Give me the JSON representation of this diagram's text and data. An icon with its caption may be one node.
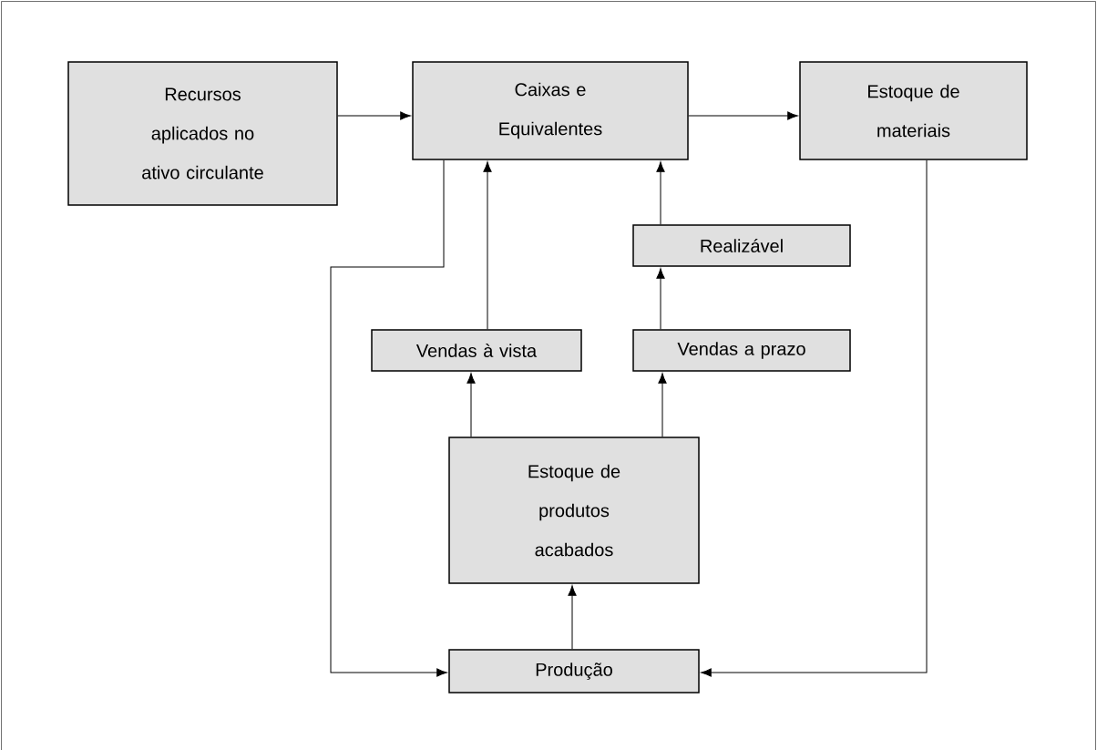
{
  "diagram": {
    "nodes": [
      {
        "text": [
          "Recursos aplicados no ativo circulante"
        ]
      },
      {
        "text": [
          "Caixas e Equivalentes"
        ]
      },
      {
        "text": [
          "Estoque de materiais"
        ]
      },
      {
        "text": [
          "Realizável"
        ]
      },
      {
        "text": [
          "Vendas à vista"
        ]
      },
      {
        "text": [
          "Vendas a prazo"
        ]
      },
      {
        "text": [
          "Estoque de produtos acabados"
        ]
      },
      {
        "text": [
          "Produção"
        ]
      }
    ],
    "edges": [
      {
        "from": 0,
        "to": 1,
        "arrow": "to"
      },
      {
        "from": 1,
        "to": 2,
        "arrow": "to"
      },
      {
        "from": 1,
        "to": 7,
        "arrow": "to"
      },
      {
        "from": 4,
        "to": 1,
        "arrow": "to"
      },
      {
        "from": 3,
        "to": 1,
        "arrow": "to"
      },
      {
        "from": 5,
        "to": 3,
        "arrow": "to"
      },
      {
        "from": 6,
        "to": 4,
        "arrow": "to"
      },
      {
        "from": 6,
        "to": 5,
        "arrow": "to"
      },
      {
        "from": 7,
        "to": 6,
        "arrow": "to"
      },
      {
        "from": 2,
        "to": 7,
        "arrow": "to"
      }
    ]
  }
}
